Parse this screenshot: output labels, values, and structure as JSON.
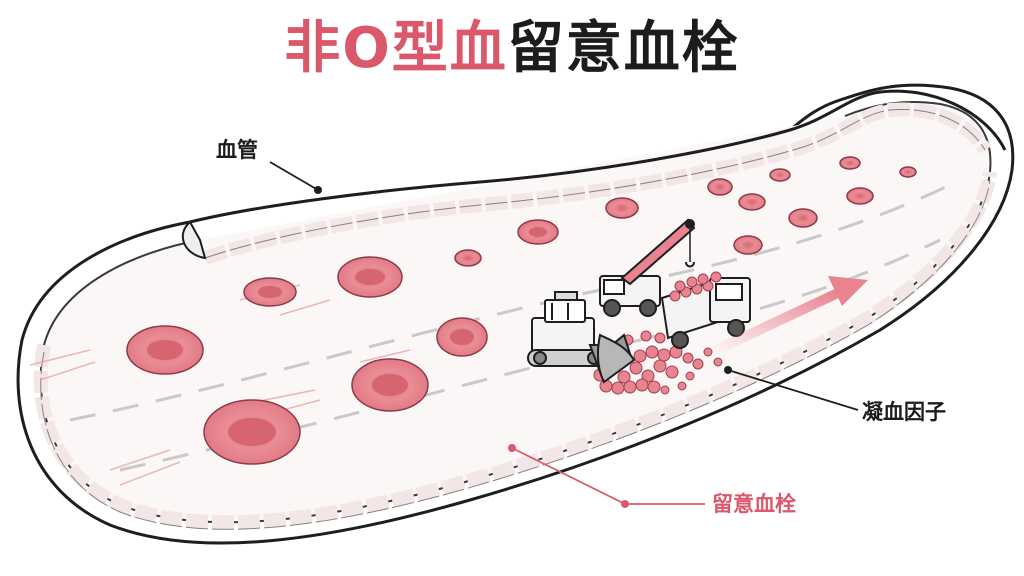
{
  "title": {
    "part1": "非O型血",
    "part2": "留意血栓"
  },
  "labels": {
    "vessel": "血管",
    "clotting_factors": "凝血因子",
    "thrombosis": "留意血栓"
  },
  "colors": {
    "accent": "#d9596b",
    "text": "#1c1c1c",
    "rbc_fill": "#e98d97",
    "rbc_center": "#d6656f",
    "clot": "#e8838f"
  },
  "icons": [
    "crane-truck-icon",
    "bulldozer-icon",
    "dump-truck-icon",
    "flow-arrow-icon",
    "red-blood-cell-icon"
  ]
}
